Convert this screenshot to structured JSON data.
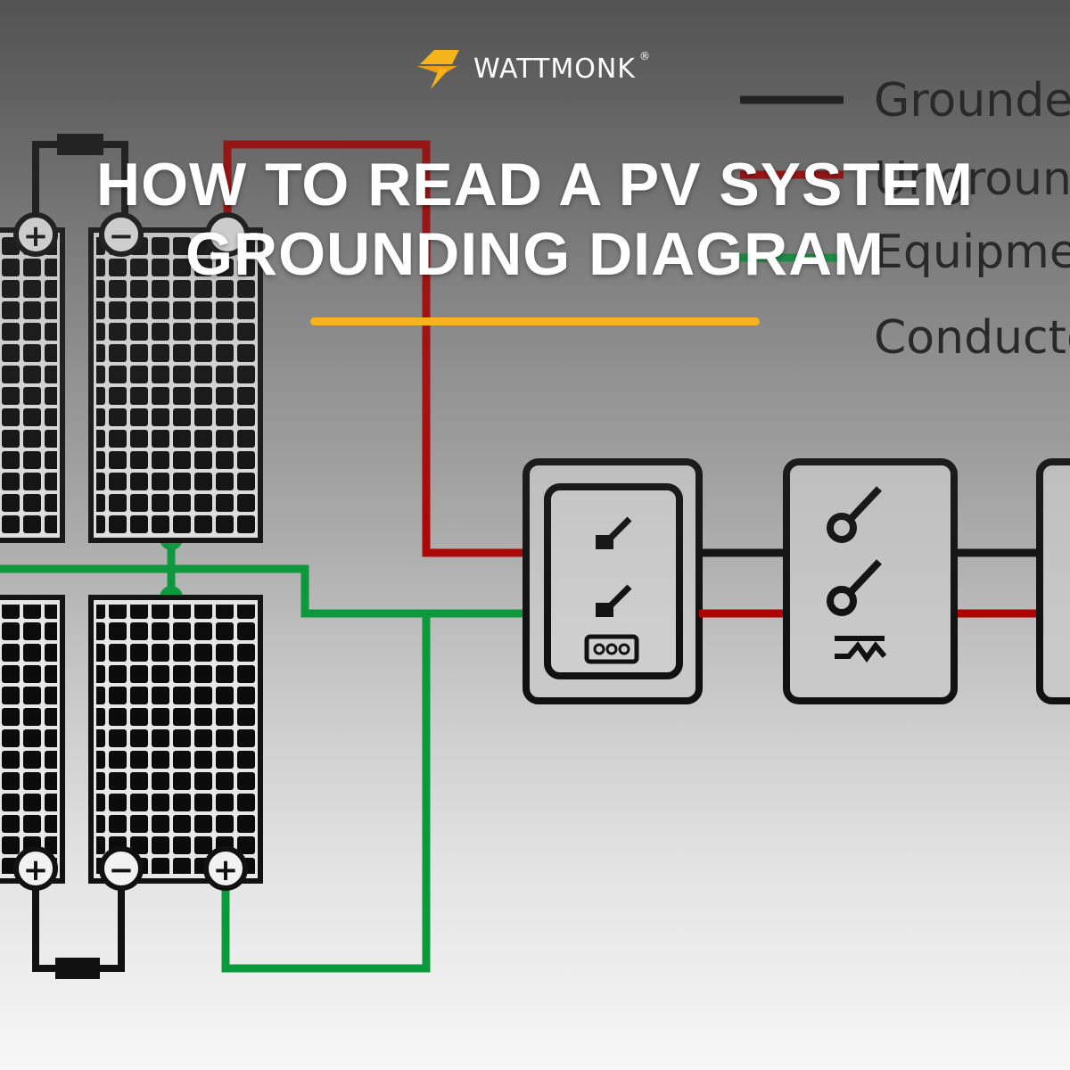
{
  "brand": {
    "name": "WATTMONK",
    "registered_mark": "®",
    "icon": "lightning-bolt-icon",
    "accent_color": "#f4b41a"
  },
  "title": {
    "line1": "HOW TO READ A PV SYSTEM",
    "line2": "GROUNDING DIAGRAM"
  },
  "legend": [
    {
      "label": "Grounded",
      "color": "#111111"
    },
    {
      "label": "Ungrounded",
      "color": "#b00000"
    },
    {
      "label": "Equipment",
      "color": "#0a9a3c"
    },
    {
      "label": "Conductor",
      "color": ""
    }
  ],
  "terminals": {
    "positive": "+",
    "negative": "−"
  },
  "wire_colors": {
    "grounded": "#111111",
    "ungrounded": "#b00000",
    "equipment_ground": "#0a9a3c"
  }
}
